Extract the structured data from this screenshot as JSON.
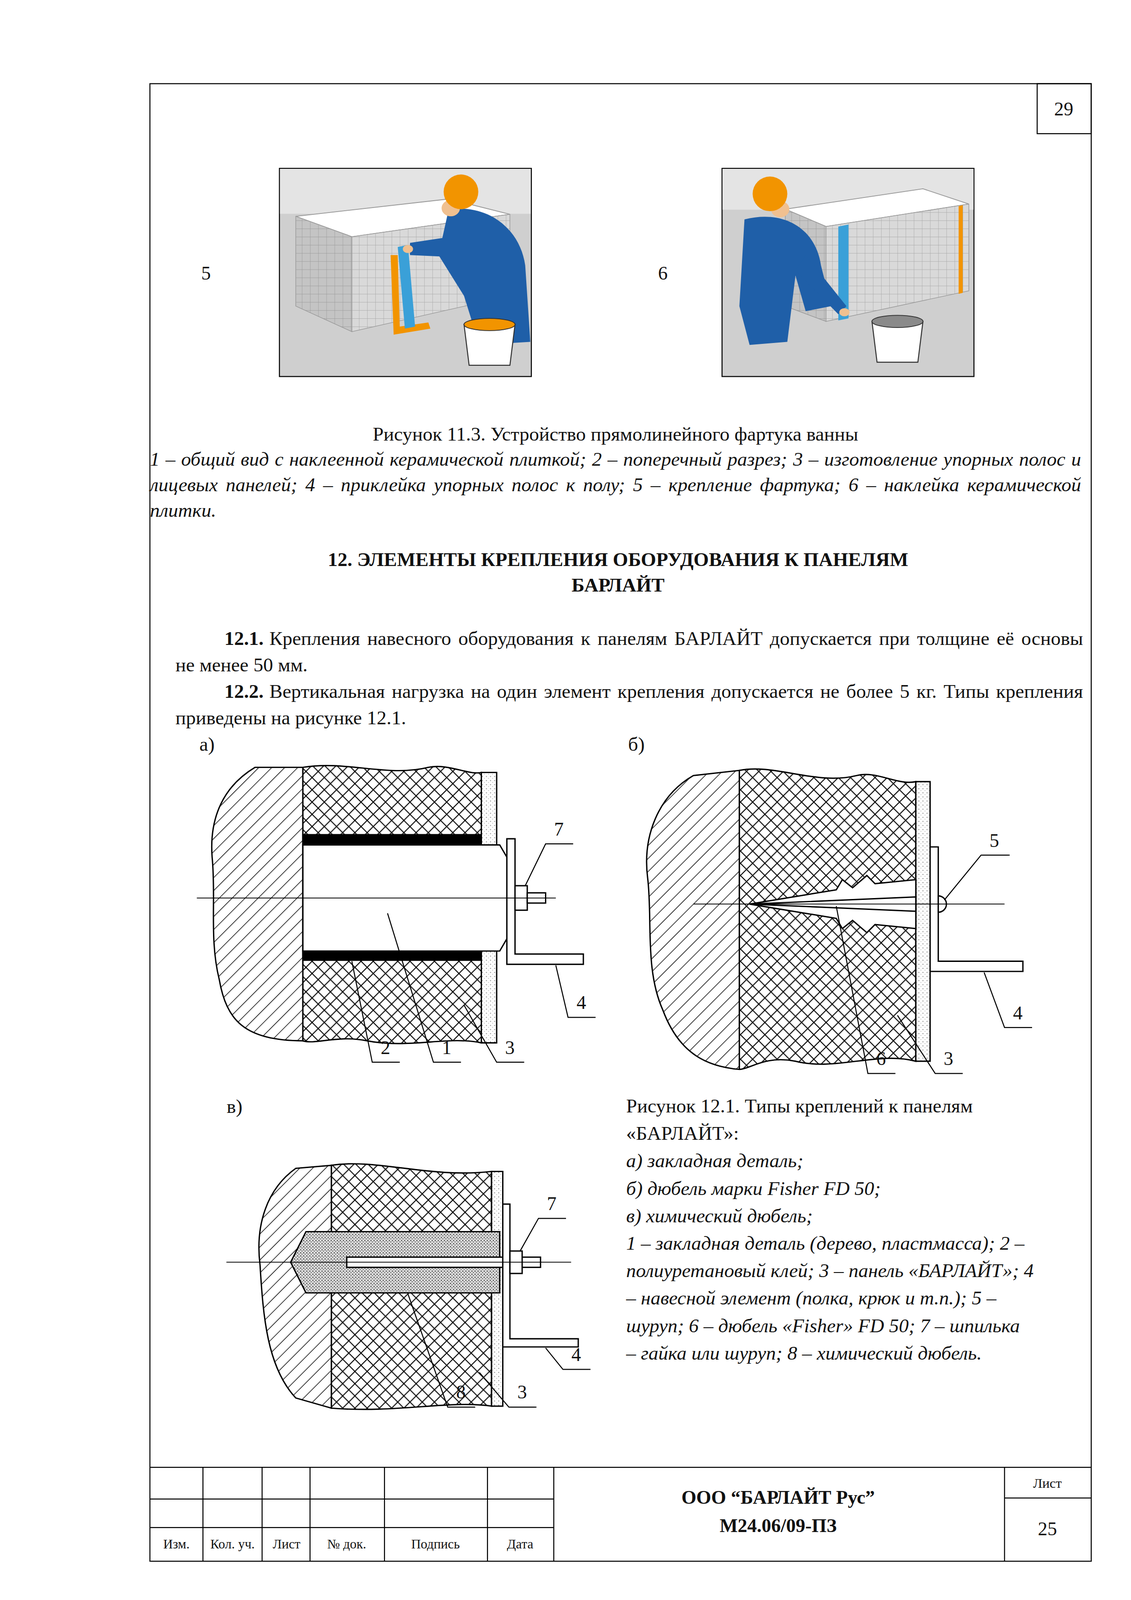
{
  "diagram": {
    "title": "12. ЭЛЕМЕНТЫ КРЕПЛЕНИЯ ОБОРУДОВАНИЯ К ПАНЕЛЯМ БАРЛАЙТ",
    "caption": "Рисунок 12.1. Типы креплений к панелям «БАРЛАЙТ»:",
    "labels": [
      "29",
      "5",
      "6",
      "Рисунок 11.3. Устройство прямолинейного фартука ванны",
      "1 – общий вид с наклеенной керамической плиткой; 2 – поперечный разрез; 3 – изготовление упорных полос и лицевых панелей; 4 – приклейка упорных полос к полу; 5 – крепление фартука; 6 – наклейка керамической плитки.",
      "12.1.",
      "Крепления навесного оборудования к панелям БАРЛАЙТ допускается при толщине её основы не менее 50 мм.",
      "12.2.",
      "Вертикальная нагрузка на один элемент крепления допускается не более 5 кг. Типы крепления приведены на рисунке 12.1.",
      "а)",
      "б)",
      "7",
      "4",
      "2",
      "1",
      "3",
      "5",
      "4",
      "6",
      "3",
      "в)",
      "7",
      "4",
      "8",
      "3",
      "а) закладная деталь;",
      "б) дюбель марки Fisher FD 50;",
      "в) химический дюбель;",
      "1 – закладная деталь (дерево, пластмасса); 2 – полиуретановый клей; 3 – панель «БАРЛАЙТ»; 4 – навесной элемент (полка, крюк и т.п.); 5 – шуруп; 6 – дюбель «Fisher» FD 50; 7 – шпилька – гайка или шуруп; 8 – химический дюбель.",
      "Лист",
      "ООО “БАРЛАЙТ Рус”",
      "М24.06/09-ПЗ",
      "25",
      "Изм.",
      "Кол. уч.",
      "Лист",
      "№ док.",
      "Подпись",
      "Дата"
    ]
  }
}
